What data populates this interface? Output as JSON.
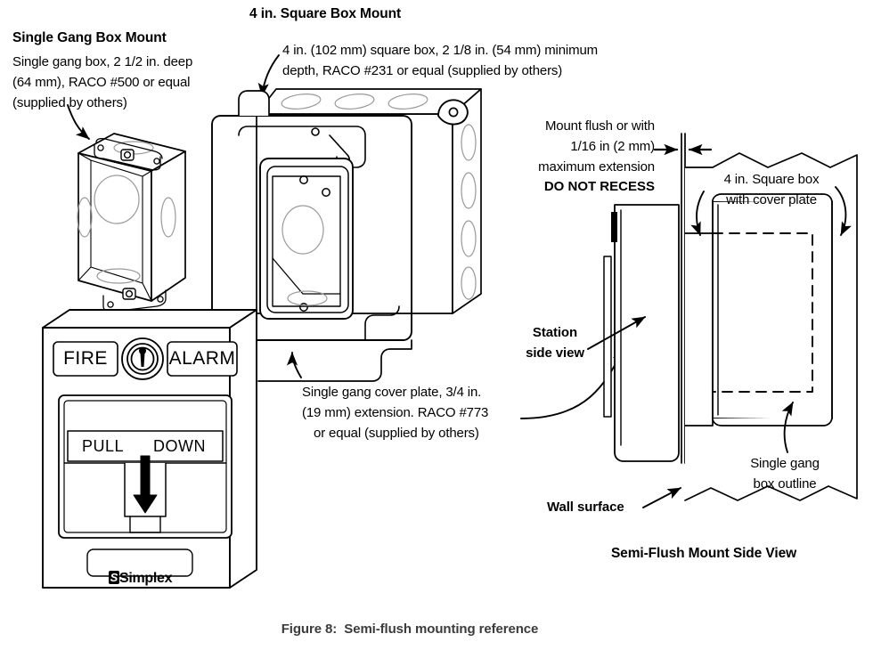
{
  "figure": {
    "caption": "Figure 8:  Semi-flush mounting reference",
    "caption_color": "#3b3b3b"
  },
  "sections": {
    "single_gang": {
      "title": "Single Gang Box Mount",
      "note_line1": "Single gang box, 2 1/2 in. deep",
      "note_line2": "(64 mm), RACO #500 or equal",
      "note_line3": "(supplied by others)"
    },
    "square_box": {
      "title": "4 in. Square Box Mount",
      "note_line1": "4 in. (102 mm) square box, 2 1/8 in. (54 mm) minimum",
      "note_line2": "depth, RACO #231 or equal (supplied by others)"
    },
    "cover_plate": {
      "note_line1": "Single gang cover plate, 3/4 in.",
      "note_line2": "(19 mm) extension. RACO #773",
      "note_line3": "or equal (supplied by others)"
    },
    "side_view": {
      "title": "Semi-Flush Mount Side View",
      "mount_line1": "Mount flush or with",
      "mount_line2": "1/16 in (2 mm)",
      "mount_line3": "maximum extension",
      "mount_caution": "DO NOT RECESS",
      "square_box_label_line1": "4 in. Square box",
      "square_box_label_line2": "with cover plate",
      "station_label_line1": "Station",
      "station_label_line2": "side view",
      "gang_outline_line1": "Single gang",
      "gang_outline_line2": "box outline",
      "wall_label": "Wall surface"
    }
  },
  "device": {
    "label_fire": "FIRE",
    "label_alarm": "ALARM",
    "label_pull": "PULL",
    "label_down": "DOWN",
    "brand_mark": "S",
    "brand_name": "Simplex"
  },
  "colors": {
    "ink": "#000000",
    "hidden_line": "#9a9a9a",
    "caption": "#3b3b3b",
    "paper": "#ffffff"
  }
}
